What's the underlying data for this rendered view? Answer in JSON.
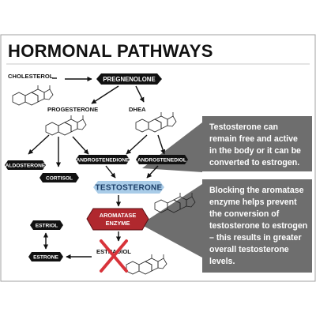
{
  "title": "HORMONAL PATHWAYS",
  "nodes": {
    "cholesterol": "CHOLESTEROL",
    "pregnenolone": "PREGNENOLONE",
    "progesterone": "PROGESTERONE",
    "dhea": "DHEA",
    "aldosterone": "ALDOSTERONE",
    "cortisol": "CORTISOL",
    "androstenedione": "ANDROSTENEDIONE",
    "androstenediol": "ANDROSTENEDIOL",
    "testosterone": "TESTOSTERONE",
    "aromatase_line1": "AROMATASE",
    "aromatase_line2": "ENZYME",
    "estriol": "ESTRIOL",
    "estrone": "ESTRONE",
    "estradiol": "ESTRADIOL"
  },
  "callouts": {
    "top": [
      "Testosterone can",
      "remain free and active",
      "in the body or it can be",
      "converted to estrogen."
    ],
    "bottom": [
      "Blocking the aromatase",
      "enzyme helps prevent",
      "the conversion of",
      "testosterone to estrogen",
      "– this results in greater",
      "overall testosterone",
      "levels."
    ]
  },
  "colors": {
    "pill": "#111111",
    "callout": "#6e6e6e",
    "testosterone_fill": "#a9cce8",
    "aromatase_fill": "#b0282e",
    "cross": "#d8333a",
    "border": "#a0a0a0"
  }
}
